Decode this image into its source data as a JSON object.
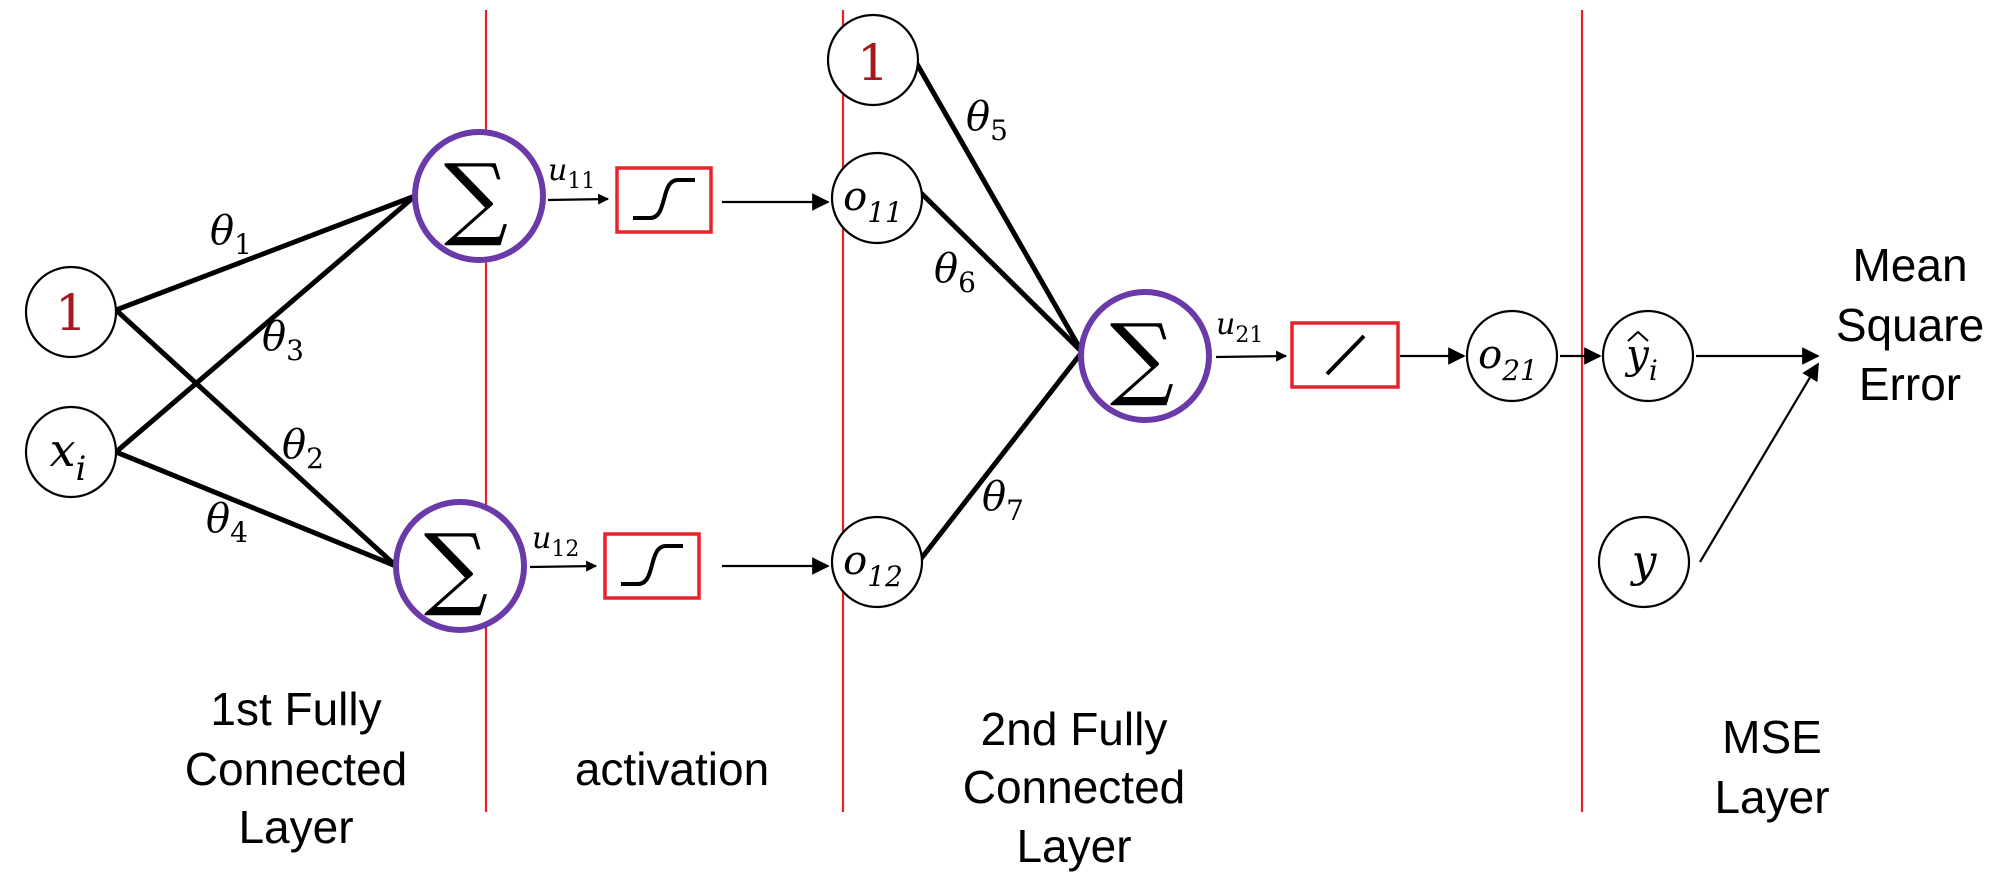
{
  "layers": {
    "fc1": [
      "1st Fully",
      "Connected",
      "Layer"
    ],
    "activation": "activation",
    "fc2": [
      "2nd Fully",
      "Connected",
      "Layer"
    ],
    "mse": [
      "MSE",
      "Layer"
    ]
  },
  "output_label": [
    "Mean",
    "Square",
    "Error"
  ],
  "nodes": {
    "bias1": "1",
    "bias2": "1",
    "sum_symbol": "∑",
    "x": "x",
    "x_sub": "i",
    "o11": "o",
    "o11_sub": "11",
    "o12": "o",
    "o12_sub": "12",
    "o21": "o",
    "o21_sub": "21",
    "yhat": "y",
    "yhat_sub": "i",
    "y": "y"
  },
  "signals": {
    "u11": "u",
    "u11_sub": "11",
    "u12": "u",
    "u12_sub": "12",
    "u21": "u",
    "u21_sub": "21"
  },
  "weights": {
    "theta": "θ",
    "t1": "1",
    "t2": "2",
    "t3": "3",
    "t4": "4",
    "t5": "5",
    "t6": "6",
    "t7": "7"
  },
  "colors": {
    "separator": "#e8202a",
    "sum_node": "#6a3aa8",
    "activation_box": "#e8202a",
    "bias_text": "#a8171c"
  }
}
